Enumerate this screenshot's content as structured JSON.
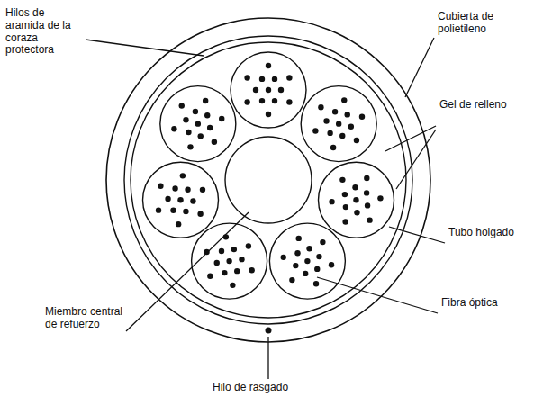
{
  "diagram": {
    "labels": [
      "Hilos de aramida de la coraza protectora",
      "Cubierta de polietileno",
      "Gel de relleno",
      "Tubo holgado",
      "Fibra óptica",
      "Miembro central de refuerzo",
      "Hilo de rasgado"
    ]
  }
}
